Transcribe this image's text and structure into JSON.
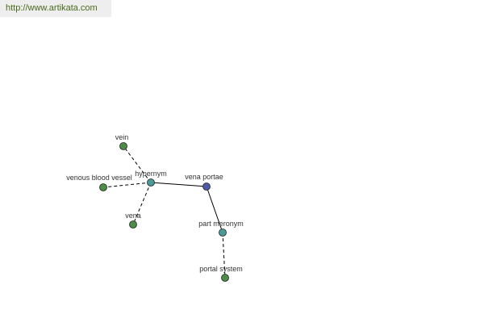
{
  "header": {
    "url": "http://www.artikata.com"
  },
  "colors": {
    "leaf": "#4e8a48",
    "relation": "#4a9a9a",
    "center": "#4d5aa8",
    "edge": "#000000",
    "url_text": "#4a6a1c"
  },
  "graph": {
    "nodes": [
      {
        "id": "vein",
        "label": "vein",
        "kind": "leaf"
      },
      {
        "id": "venous-blood-vessel",
        "label": "venous blood vessel",
        "kind": "leaf"
      },
      {
        "id": "vena",
        "label": "vena",
        "kind": "leaf"
      },
      {
        "id": "hypernym",
        "label": "hypernym",
        "kind": "relation"
      },
      {
        "id": "vena-portae",
        "label": "vena portae",
        "kind": "center"
      },
      {
        "id": "part-meronym",
        "label": "part meronym",
        "kind": "relation"
      },
      {
        "id": "portal-system",
        "label": "portal system",
        "kind": "leaf"
      }
    ],
    "edges": [
      {
        "from": "vena-portae",
        "to": "hypernym",
        "style": "solid"
      },
      {
        "from": "vena-portae",
        "to": "part-meronym",
        "style": "solid"
      },
      {
        "from": "hypernym",
        "to": "vein",
        "style": "dashed"
      },
      {
        "from": "hypernym",
        "to": "venous-blood-vessel",
        "style": "dashed"
      },
      {
        "from": "hypernym",
        "to": "vena",
        "style": "dashed"
      },
      {
        "from": "part-meronym",
        "to": "portal-system",
        "style": "dashed"
      }
    ]
  }
}
